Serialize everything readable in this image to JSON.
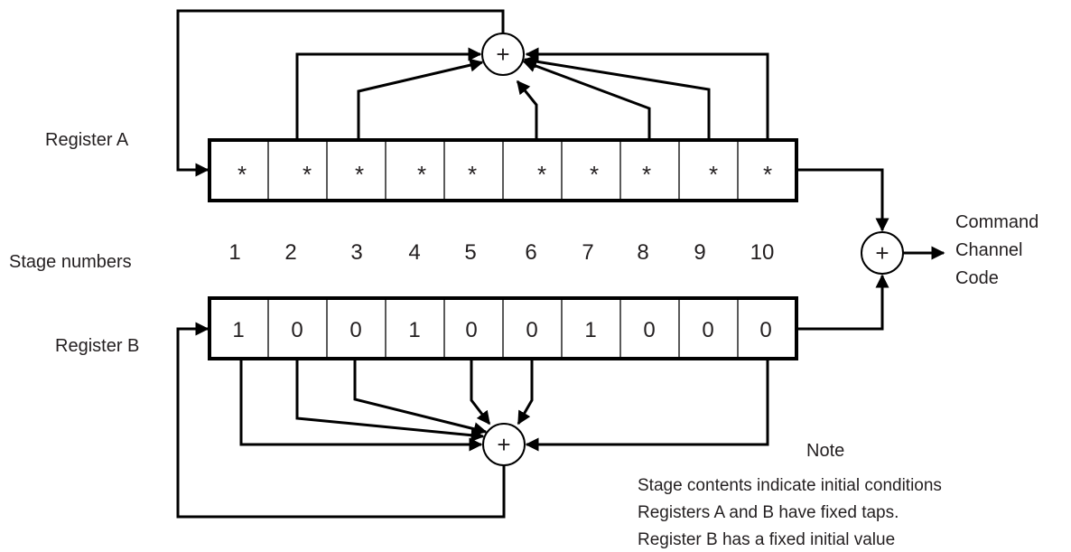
{
  "register_a": {
    "label": "Register A",
    "stages": [
      "*",
      "*",
      "*",
      "*",
      "*",
      "*",
      "*",
      "*",
      "*",
      "*"
    ]
  },
  "stage_numbers": {
    "label": "Stage numbers",
    "values": [
      "1",
      "2",
      "3",
      "4",
      "5",
      "6",
      "7",
      "8",
      "9",
      "10"
    ]
  },
  "register_b": {
    "label": "Register B",
    "stages": [
      "1",
      "0",
      "0",
      "1",
      "0",
      "0",
      "1",
      "0",
      "0",
      "0"
    ]
  },
  "xor_symbol": "+",
  "output": {
    "line1": "Command",
    "line2": "Channel",
    "line3": "Code"
  },
  "note": {
    "title": "Note",
    "line1": "Stage contents indicate initial conditions",
    "line2": "Registers A and B have fixed taps.",
    "line3": "Register B has a fixed initial value"
  }
}
